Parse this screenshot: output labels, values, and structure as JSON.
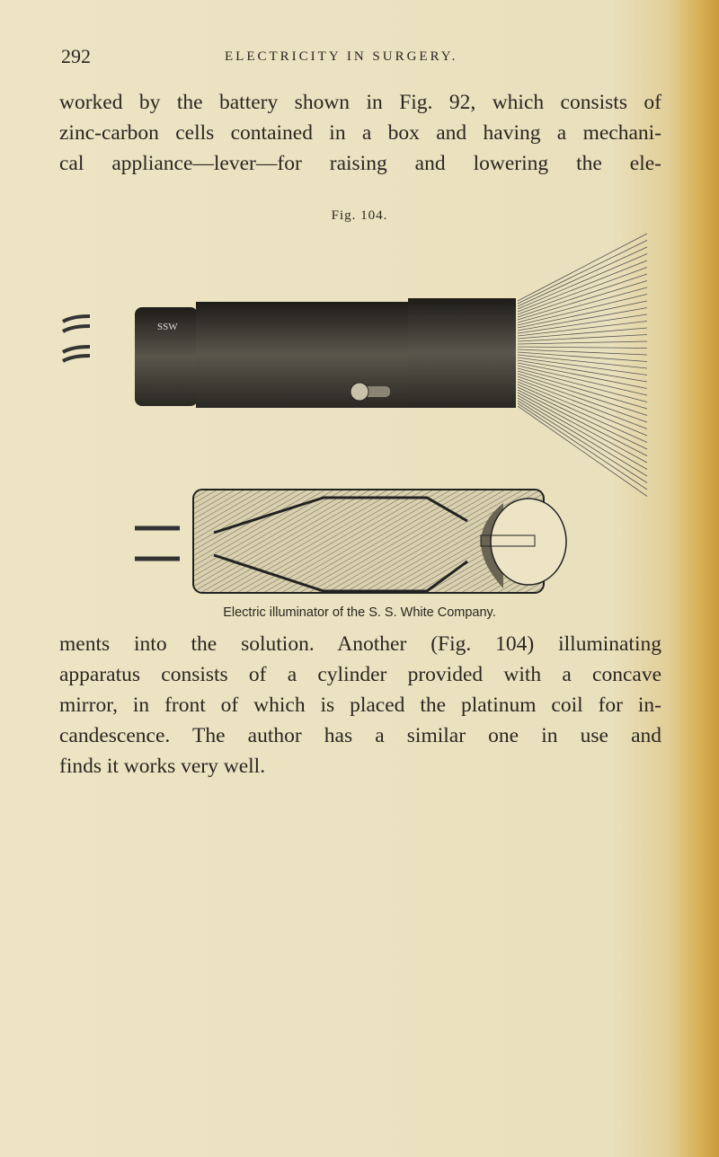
{
  "header": {
    "page_number": "292",
    "running_title": "ELECTRICITY IN SURGERY."
  },
  "paragraph1": {
    "lines": [
      "worked by the battery shown in Fig. 92, which consists of",
      "zinc-carbon cells contained in a box and having a mechani-",
      "cal appliance—lever—for raising and lowering the ele-"
    ]
  },
  "figure": {
    "label": "Fig. 104.",
    "caption": "Electric illuminator of the S. S. White Company.",
    "monogram": "SSW"
  },
  "paragraph2": {
    "lines": [
      "ments into the solution. Another (Fig. 104) illuminating",
      "apparatus consists of a cylinder provided with a concave",
      "mirror, in front of which is placed the platinum coil for in-",
      "candescence. The author has a similar one in use and",
      "finds it works very well."
    ]
  }
}
